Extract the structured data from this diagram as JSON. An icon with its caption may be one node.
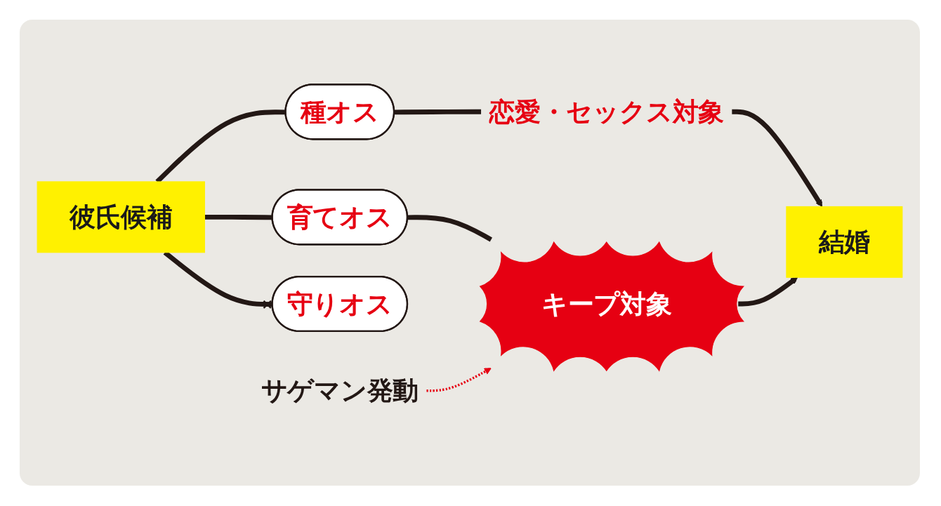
{
  "diagram": {
    "nodes": [
      {
        "text": [
          "彼氏候補"
        ]
      },
      {
        "text": [
          "種オス"
        ]
      },
      {
        "text": [
          "恋愛・セックス対象"
        ]
      },
      {
        "text": [
          "育てオス"
        ]
      },
      {
        "text": [
          "キープ対象"
        ]
      },
      {
        "text": [
          "守りオス"
        ]
      },
      {
        "text": [
          "結婚"
        ]
      },
      {
        "text": [
          "サゲマン発動"
        ]
      }
    ],
    "edges": [
      {
        "from": 0,
        "to": 1,
        "arrow": "none"
      },
      {
        "from": 1,
        "to": 2,
        "arrow": "none"
      },
      {
        "from": 2,
        "to": 6,
        "arrow": "to"
      },
      {
        "from": 0,
        "to": 3,
        "arrow": "none"
      },
      {
        "from": 3,
        "to": 4,
        "arrow": "none"
      },
      {
        "from": 4,
        "to": 6,
        "arrow": "to"
      },
      {
        "from": 0,
        "to": 5,
        "arrow": "other"
      },
      {
        "from": 7,
        "to": 4,
        "arrow": "to",
        "style": "dashed",
        "color": "#e60012"
      }
    ]
  }
}
